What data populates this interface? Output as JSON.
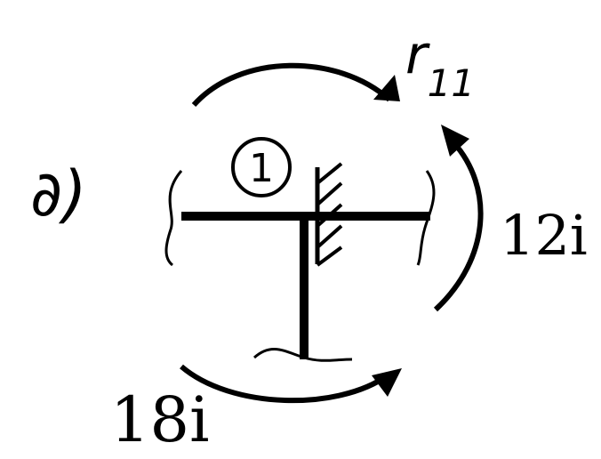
{
  "panel_label": "∂)",
  "reaction_label": {
    "main": "r",
    "subscript": "11"
  },
  "node_label": "1",
  "moment_vertical": "18i",
  "moment_horizontal": "12i",
  "colors": {
    "stroke": "#000000",
    "background": "#ffffff"
  }
}
